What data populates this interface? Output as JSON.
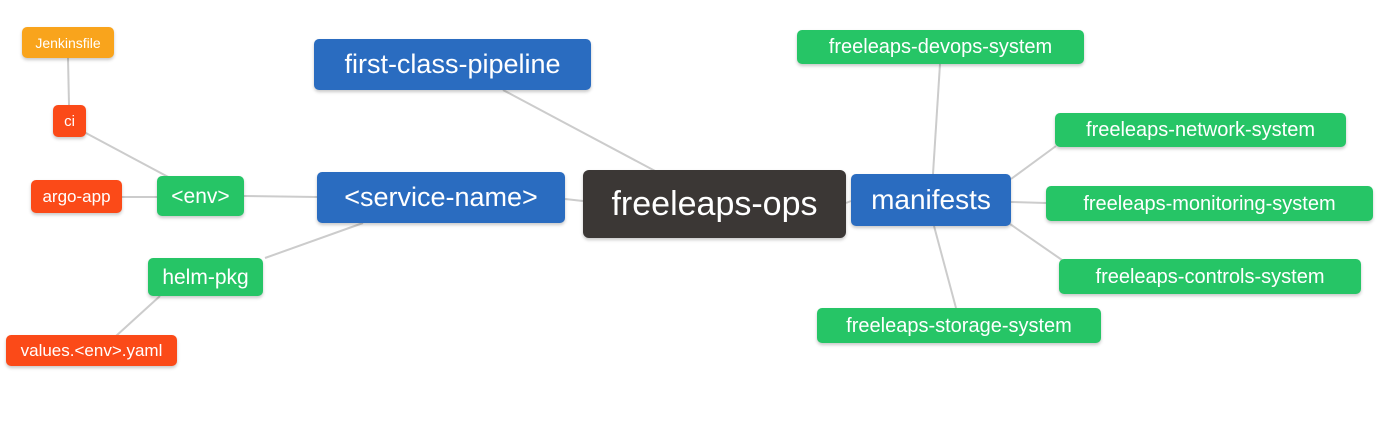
{
  "diagram": {
    "type": "mind-map",
    "root_label": "freeleaps-ops",
    "background_color": "#ffffff",
    "edge_color": "#cccccc",
    "colors": {
      "blue": "#2a6cc0",
      "green": "#26c566",
      "red_orange": "#fb4a18",
      "amber": "#f9a41c",
      "dark": "#3b3735",
      "text": "#ffffff"
    },
    "nodes": [
      {
        "id": "jenkinsfile",
        "label": "Jenkinsfile",
        "color": "amber"
      },
      {
        "id": "ci",
        "label": "ci",
        "color": "red_orange"
      },
      {
        "id": "argo-app",
        "label": "argo-app",
        "color": "red_orange"
      },
      {
        "id": "env",
        "label": "<env>",
        "color": "green"
      },
      {
        "id": "first-class-pipeline",
        "label": "first-class-pipeline",
        "color": "blue"
      },
      {
        "id": "service-name",
        "label": "<service-name>",
        "color": "blue"
      },
      {
        "id": "freeleaps-ops",
        "label": "freeleaps-ops",
        "color": "dark"
      },
      {
        "id": "manifests",
        "label": "manifests",
        "color": "blue"
      },
      {
        "id": "helm-pkg",
        "label": "helm-pkg",
        "color": "green"
      },
      {
        "id": "values-env-yaml",
        "label": "values.<env>.yaml",
        "color": "red_orange"
      },
      {
        "id": "devops-system",
        "label": "freeleaps-devops-system",
        "color": "green"
      },
      {
        "id": "network-system",
        "label": "freeleaps-network-system",
        "color": "green"
      },
      {
        "id": "monitoring-system",
        "label": "freeleaps-monitoring-system",
        "color": "green"
      },
      {
        "id": "controls-system",
        "label": "freeleaps-controls-system",
        "color": "green"
      },
      {
        "id": "storage-system",
        "label": "freeleaps-storage-system",
        "color": "green"
      }
    ],
    "edges": [
      {
        "from": "Jenkinsfile",
        "to": "ci"
      },
      {
        "from": "ci",
        "to": "<env>"
      },
      {
        "from": "argo-app",
        "to": "<env>"
      },
      {
        "from": "<env>",
        "to": "<service-name>"
      },
      {
        "from": "helm-pkg",
        "to": "<service-name>"
      },
      {
        "from": "helm-pkg",
        "to": "values.<env>.yaml"
      },
      {
        "from": "<service-name>",
        "to": "freeleaps-ops"
      },
      {
        "from": "first-class-pipeline",
        "to": "freeleaps-ops"
      },
      {
        "from": "freeleaps-ops",
        "to": "manifests"
      },
      {
        "from": "manifests",
        "to": "freeleaps-devops-system"
      },
      {
        "from": "manifests",
        "to": "freeleaps-network-system"
      },
      {
        "from": "manifests",
        "to": "freeleaps-monitoring-system"
      },
      {
        "from": "manifests",
        "to": "freeleaps-controls-system"
      },
      {
        "from": "manifests",
        "to": "freeleaps-storage-system"
      }
    ]
  }
}
